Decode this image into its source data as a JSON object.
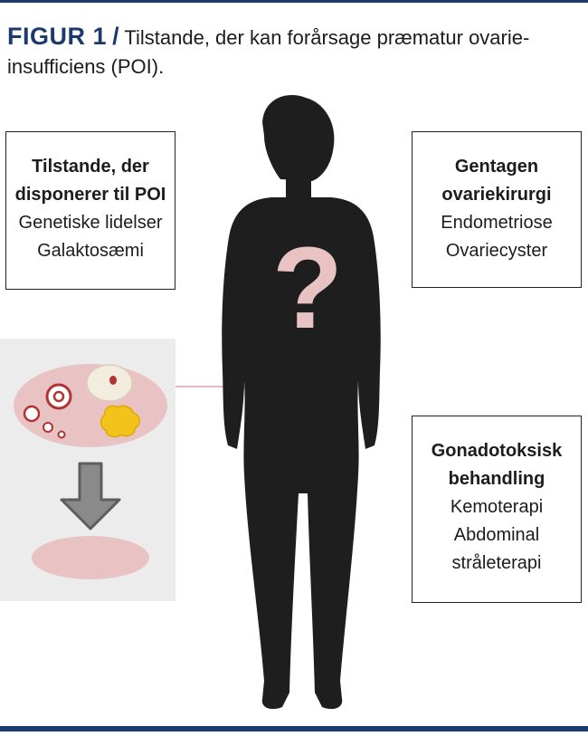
{
  "figure": {
    "label": "FIGUR 1",
    "slash": "/",
    "caption": " Tilstande, der kan forårsage præmatur ovarie-insufficiens (POI)."
  },
  "boxes": {
    "left": {
      "heading_line1": "Tilstande, der",
      "heading_line2": "disponerer til POI",
      "items": [
        "Genetiske lidelser",
        "Galaktosæmi"
      ]
    },
    "right_top": {
      "heading_line1": "Gentagen",
      "heading_line2": "ovariekirurgi",
      "items": [
        "Endometriose",
        "Ovariecyster"
      ]
    },
    "right_bottom": {
      "heading_line1": "Gonadotoksisk",
      "heading_line2": "behandling",
      "items": [
        "Kemoterapi",
        "Abdominal",
        "stråleterapi"
      ]
    }
  },
  "figure_graphic": {
    "question_mark": "?"
  },
  "colors": {
    "brand_blue": "#1d3a6e",
    "silhouette": "#1e1e1e",
    "pink": "#e9c3c3",
    "panel_gray": "#ececec"
  }
}
